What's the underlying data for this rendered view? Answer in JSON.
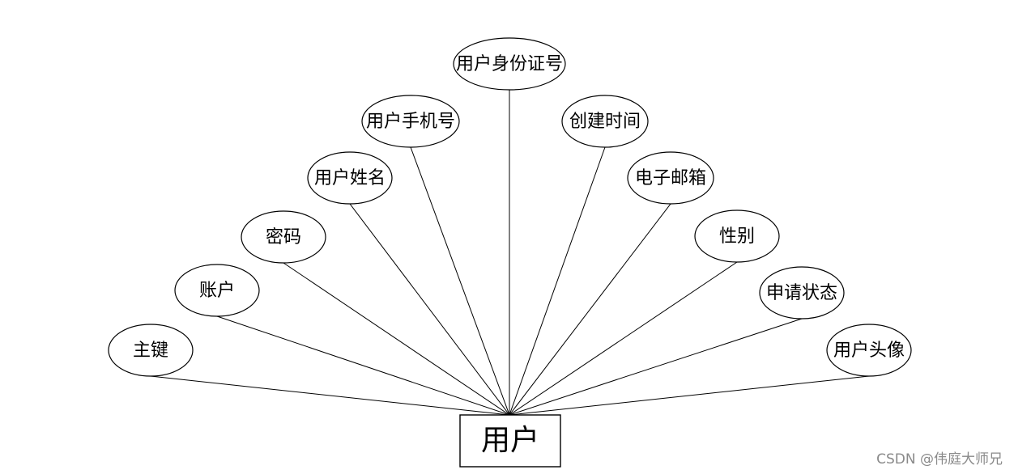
{
  "entity": {
    "label": "用户"
  },
  "attributes": [
    {
      "key": "primary-key",
      "label": "主键"
    },
    {
      "key": "account",
      "label": "账户"
    },
    {
      "key": "password",
      "label": "密码"
    },
    {
      "key": "user-name",
      "label": "用户姓名"
    },
    {
      "key": "user-phone",
      "label": "用户手机号"
    },
    {
      "key": "user-id-number",
      "label": "用户身份证号"
    },
    {
      "key": "create-time",
      "label": "创建时间"
    },
    {
      "key": "email",
      "label": "电子邮箱"
    },
    {
      "key": "gender",
      "label": "性别"
    },
    {
      "key": "apply-status",
      "label": "申请状态"
    },
    {
      "key": "user-avatar",
      "label": "用户头像"
    }
  ],
  "watermark": "CSDN @伟庭大师兄"
}
